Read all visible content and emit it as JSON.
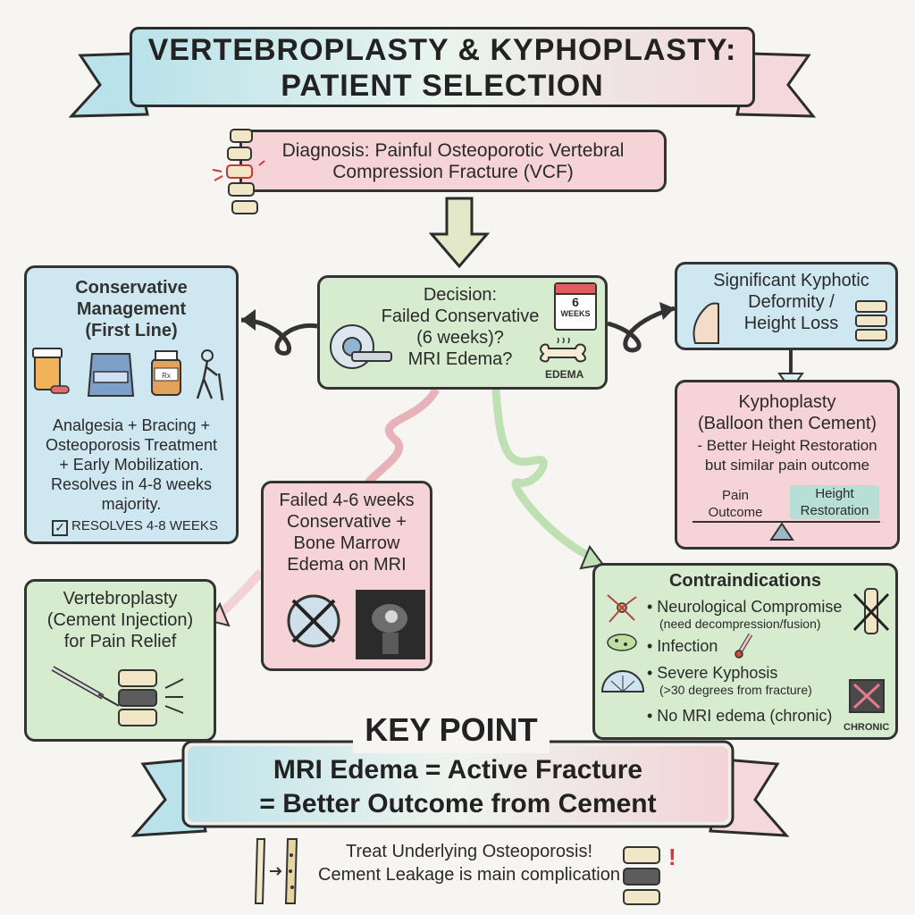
{
  "title": {
    "line1": "VERTEBROPLASTY & KYPHOPLASTY:",
    "line2": "PATIENT SELECTION"
  },
  "diagnosis": {
    "line1": "Diagnosis: Painful Osteoporotic Vertebral",
    "line2": "Compression Fracture (VCF)"
  },
  "decision": {
    "l1": "Decision:",
    "l2": "Failed Conservative",
    "l3": "(6 weeks)?",
    "l4": "MRI Edema?",
    "calendar_num": "6",
    "calendar_unit": "WEEKS",
    "edema_tag": "EDEMA"
  },
  "conservative": {
    "h1": "Conservative",
    "h2": "Management",
    "h3": "(First Line)",
    "b1": "Analgesia + Bracing +",
    "b2": "Osteoporosis Treatment",
    "b3": "+ Early Mobilization.",
    "b4": "Resolves in 4-8 weeks",
    "b5": "majority.",
    "check": "RESOLVES 4-8 WEEKS",
    "bottle_label": "Rx"
  },
  "kyphotic": {
    "l1": "Significant Kyphotic",
    "l2": "Deformity /",
    "l3": "Height Loss"
  },
  "kyphoplasty": {
    "h1": "Kyphoplasty",
    "h2": "(Balloon then Cement)",
    "b1": "- Better Height Restoration",
    "b2": "but similar pain outcome",
    "left1": "Pain",
    "left2": "Outcome",
    "right1": "Height",
    "right2": "Restoration"
  },
  "failed": {
    "l1": "Failed 4-6 weeks",
    "l2": "Conservative +",
    "l3": "Bone Marrow",
    "l4": "Edema on MRI"
  },
  "vertebroplasty": {
    "l1": "Vertebroplasty",
    "l2": "(Cement Injection)",
    "l3": "for Pain Relief"
  },
  "contra": {
    "heading": "Contraindications",
    "i1": "• Neurological Compromise",
    "i1s": "(need decompression/fusion)",
    "i2": "• Infection",
    "i3": "• Severe Kyphosis",
    "i3s": "(>30 degrees from fracture)",
    "i4": "• No MRI edema (chronic)",
    "chronic_tag": "CHRONIC"
  },
  "keypoint": {
    "label": "KEY POINT",
    "l1": "MRI Edema = Active Fracture",
    "l2": "= Better Outcome from Cement"
  },
  "footer": {
    "l1": "Treat Underlying Osteoporosis!",
    "l2": "Cement Leakage is main complication"
  },
  "colors": {
    "blue": "#cfe7f1",
    "pink": "#f5d3d6",
    "green": "#d7eccf",
    "ink": "#2c2c2c"
  }
}
